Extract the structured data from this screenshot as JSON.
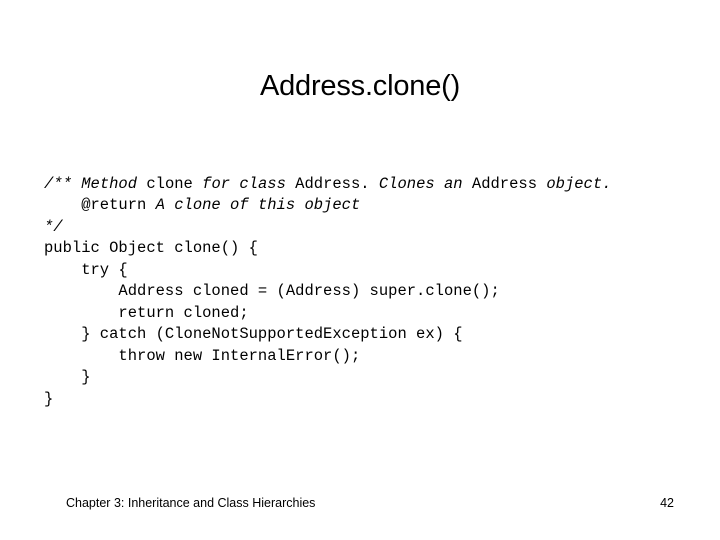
{
  "slide": {
    "title": "Address.clone()",
    "background_color": "#ffffff",
    "text_color": "#000000"
  },
  "code": {
    "language": "java",
    "lines": [
      {
        "id": "line-1",
        "runs": [
          {
            "text": "/** ",
            "italic": true
          },
          {
            "text": "Method ",
            "italic": true
          },
          {
            "text": "clone ",
            "italic": false
          },
          {
            "text": "for class ",
            "italic": true
          },
          {
            "text": "Address. ",
            "italic": false
          },
          {
            "text": "Clones an ",
            "italic": true
          },
          {
            "text": "Address ",
            "italic": false
          },
          {
            "text": "object.",
            "italic": true
          }
        ],
        "plain": "/** Method clone for class Address. Clones an Address object."
      },
      {
        "id": "line-2",
        "runs": [
          {
            "text": "    @return ",
            "italic": false
          },
          {
            "text": "A clone of this object",
            "italic": true
          }
        ],
        "plain": "    @return A clone of this object"
      },
      {
        "id": "line-3",
        "runs": [
          {
            "text": "*/",
            "italic": true
          }
        ],
        "plain": "*/"
      },
      {
        "id": "line-4",
        "runs": [
          {
            "text": "public Object clone() {",
            "italic": false
          }
        ],
        "plain": "public Object clone() {"
      },
      {
        "id": "line-5",
        "runs": [
          {
            "text": "    try {",
            "italic": false
          }
        ],
        "plain": "    try {"
      },
      {
        "id": "line-6",
        "runs": [
          {
            "text": "        Address cloned = (Address) super.clone();",
            "italic": false
          }
        ],
        "plain": "        Address cloned = (Address) super.clone();"
      },
      {
        "id": "line-7",
        "runs": [
          {
            "text": "        return cloned;",
            "italic": false
          }
        ],
        "plain": "        return cloned;"
      },
      {
        "id": "line-8",
        "runs": [
          {
            "text": "    } catch (CloneNotSupportedException ex) {",
            "italic": false
          }
        ],
        "plain": "    } catch (CloneNotSupportedException ex) {"
      },
      {
        "id": "line-9",
        "runs": [
          {
            "text": "        throw new InternalError();",
            "italic": false
          }
        ],
        "plain": "        throw new InternalError();"
      },
      {
        "id": "line-10",
        "runs": [
          {
            "text": "    }",
            "italic": false
          }
        ],
        "plain": "    }"
      },
      {
        "id": "line-11",
        "runs": [
          {
            "text": "}",
            "italic": false
          }
        ],
        "plain": "}"
      }
    ]
  },
  "footer": {
    "label": "Chapter 3: Inheritance and Class Hierarchies",
    "page_number": "42"
  }
}
